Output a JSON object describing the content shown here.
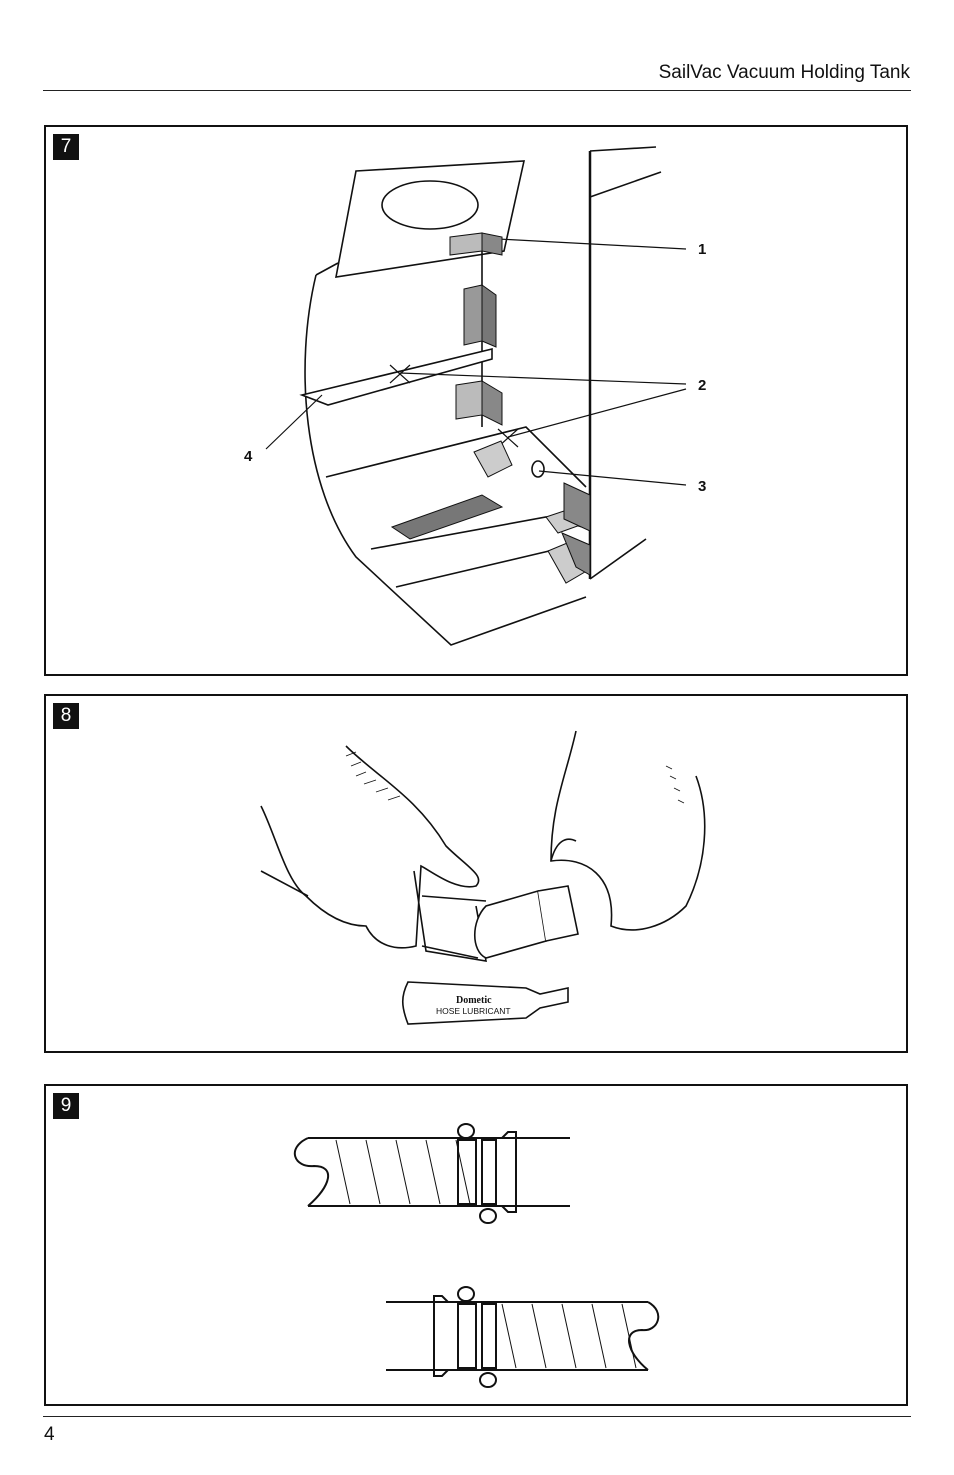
{
  "header": {
    "title": "SailVac Vacuum Holding Tank"
  },
  "figures": [
    {
      "number": "7",
      "callouts": [
        "1",
        "2",
        "3",
        "4"
      ]
    },
    {
      "number": "8",
      "tube": {
        "brand": "Dometic",
        "label": "HOSE LUBRICANT"
      }
    },
    {
      "number": "9"
    }
  ],
  "footer": {
    "page_number": "4"
  }
}
